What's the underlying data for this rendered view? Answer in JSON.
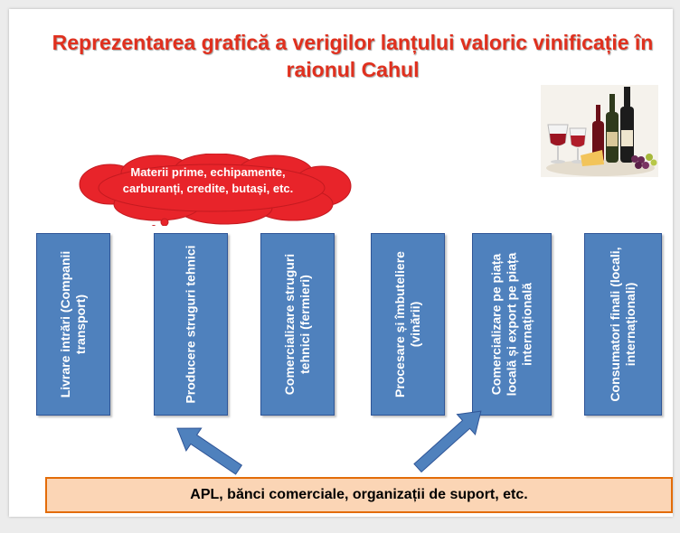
{
  "title": "Reprezentarea grafică a verigilor lanțului valoric vinificație în raionul Cahul",
  "inputs_cloud": {
    "text": "Materii prime, echipamente, carburanți, credite, butași, etc."
  },
  "stages": [
    {
      "label": "Livrare intrări (Companii transport)"
    },
    {
      "label": "Producere struguri tehnici"
    },
    {
      "label": "Comercializare struguri tehnici (fermieri)"
    },
    {
      "label": "Procesare și îmbuteliere (vinării)"
    },
    {
      "label": "Comercializare pe piața locală și export pe piața internațională"
    },
    {
      "label": "Consumatori finali (locali, internaționali)"
    }
  ],
  "support": {
    "text": "APL, bănci comerciale, organizații de suport, etc."
  },
  "colors": {
    "title": "#e0301e",
    "cloud": "#e8242a",
    "stage_fill": "#4f81bd",
    "stage_border": "#2f5597",
    "support_fill": "#fbd5b5",
    "support_border": "#e36c09",
    "arrow": "#4f81bd"
  },
  "image": {
    "subject": "wine-bottles-glasses-cheese-grapes-photo"
  }
}
